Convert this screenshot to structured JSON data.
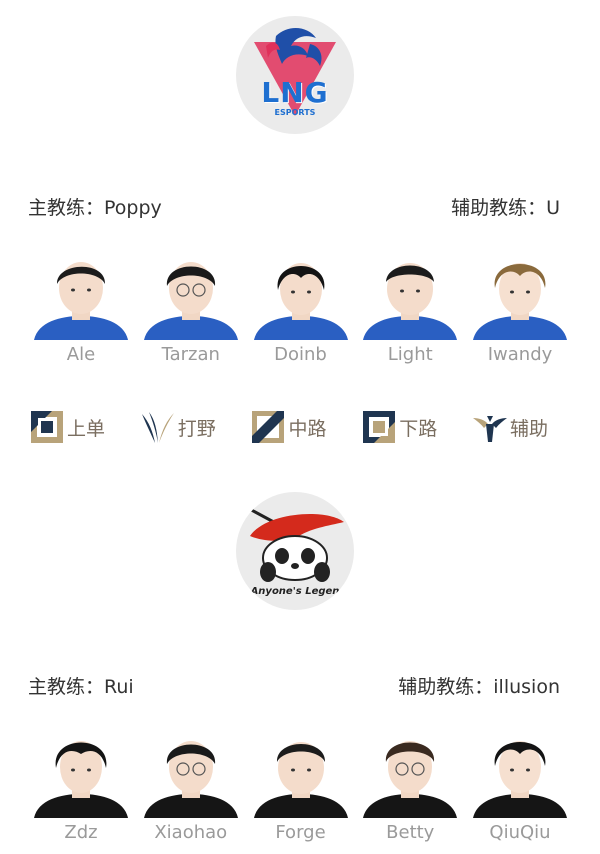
{
  "teams": [
    {
      "logo_text": "LNG",
      "logo_subtext": "ESPORTS",
      "head_coach_label": "主教练：Poppy",
      "assistant_coach_label": "辅助教练：U",
      "jersey_color": "#2a5fc2",
      "players": [
        {
          "name": "Ale",
          "hair": "#1c1c1c"
        },
        {
          "name": "Tarzan",
          "hair": "#1a1a1a"
        },
        {
          "name": "Doinb",
          "hair": "#141414"
        },
        {
          "name": "Light",
          "hair": "#1c1c1c"
        },
        {
          "name": "Iwandy",
          "hair": "#8a6a3c"
        }
      ]
    },
    {
      "logo_text": "Anyone's Legen",
      "head_coach_label": "主教练：Rui",
      "assistant_coach_label": "辅助教练：illusion",
      "jersey_color": "#151515",
      "players": [
        {
          "name": "Zdz",
          "hair": "#141414"
        },
        {
          "name": "Xiaohao",
          "hair": "#1a1a1a"
        },
        {
          "name": "Forge",
          "hair": "#1c1c1c"
        },
        {
          "name": "Betty",
          "hair": "#3a2a20"
        },
        {
          "name": "QiuQiu",
          "hair": "#141414"
        }
      ]
    }
  ],
  "roles": [
    {
      "label": "上单",
      "icon": "top-lane-icon"
    },
    {
      "label": "打野",
      "icon": "jungle-icon"
    },
    {
      "label": "中路",
      "icon": "mid-lane-icon"
    },
    {
      "label": "下路",
      "icon": "bot-lane-icon"
    },
    {
      "label": "辅助",
      "icon": "support-icon"
    }
  ],
  "colors": {
    "icon_dark": "#1f3550",
    "icon_gold": "#b8a37a",
    "role_text": "#7a6e60",
    "lng_red": "#e0305a",
    "lng_blue": "#1e6fd0",
    "al_red": "#d42a1c"
  }
}
